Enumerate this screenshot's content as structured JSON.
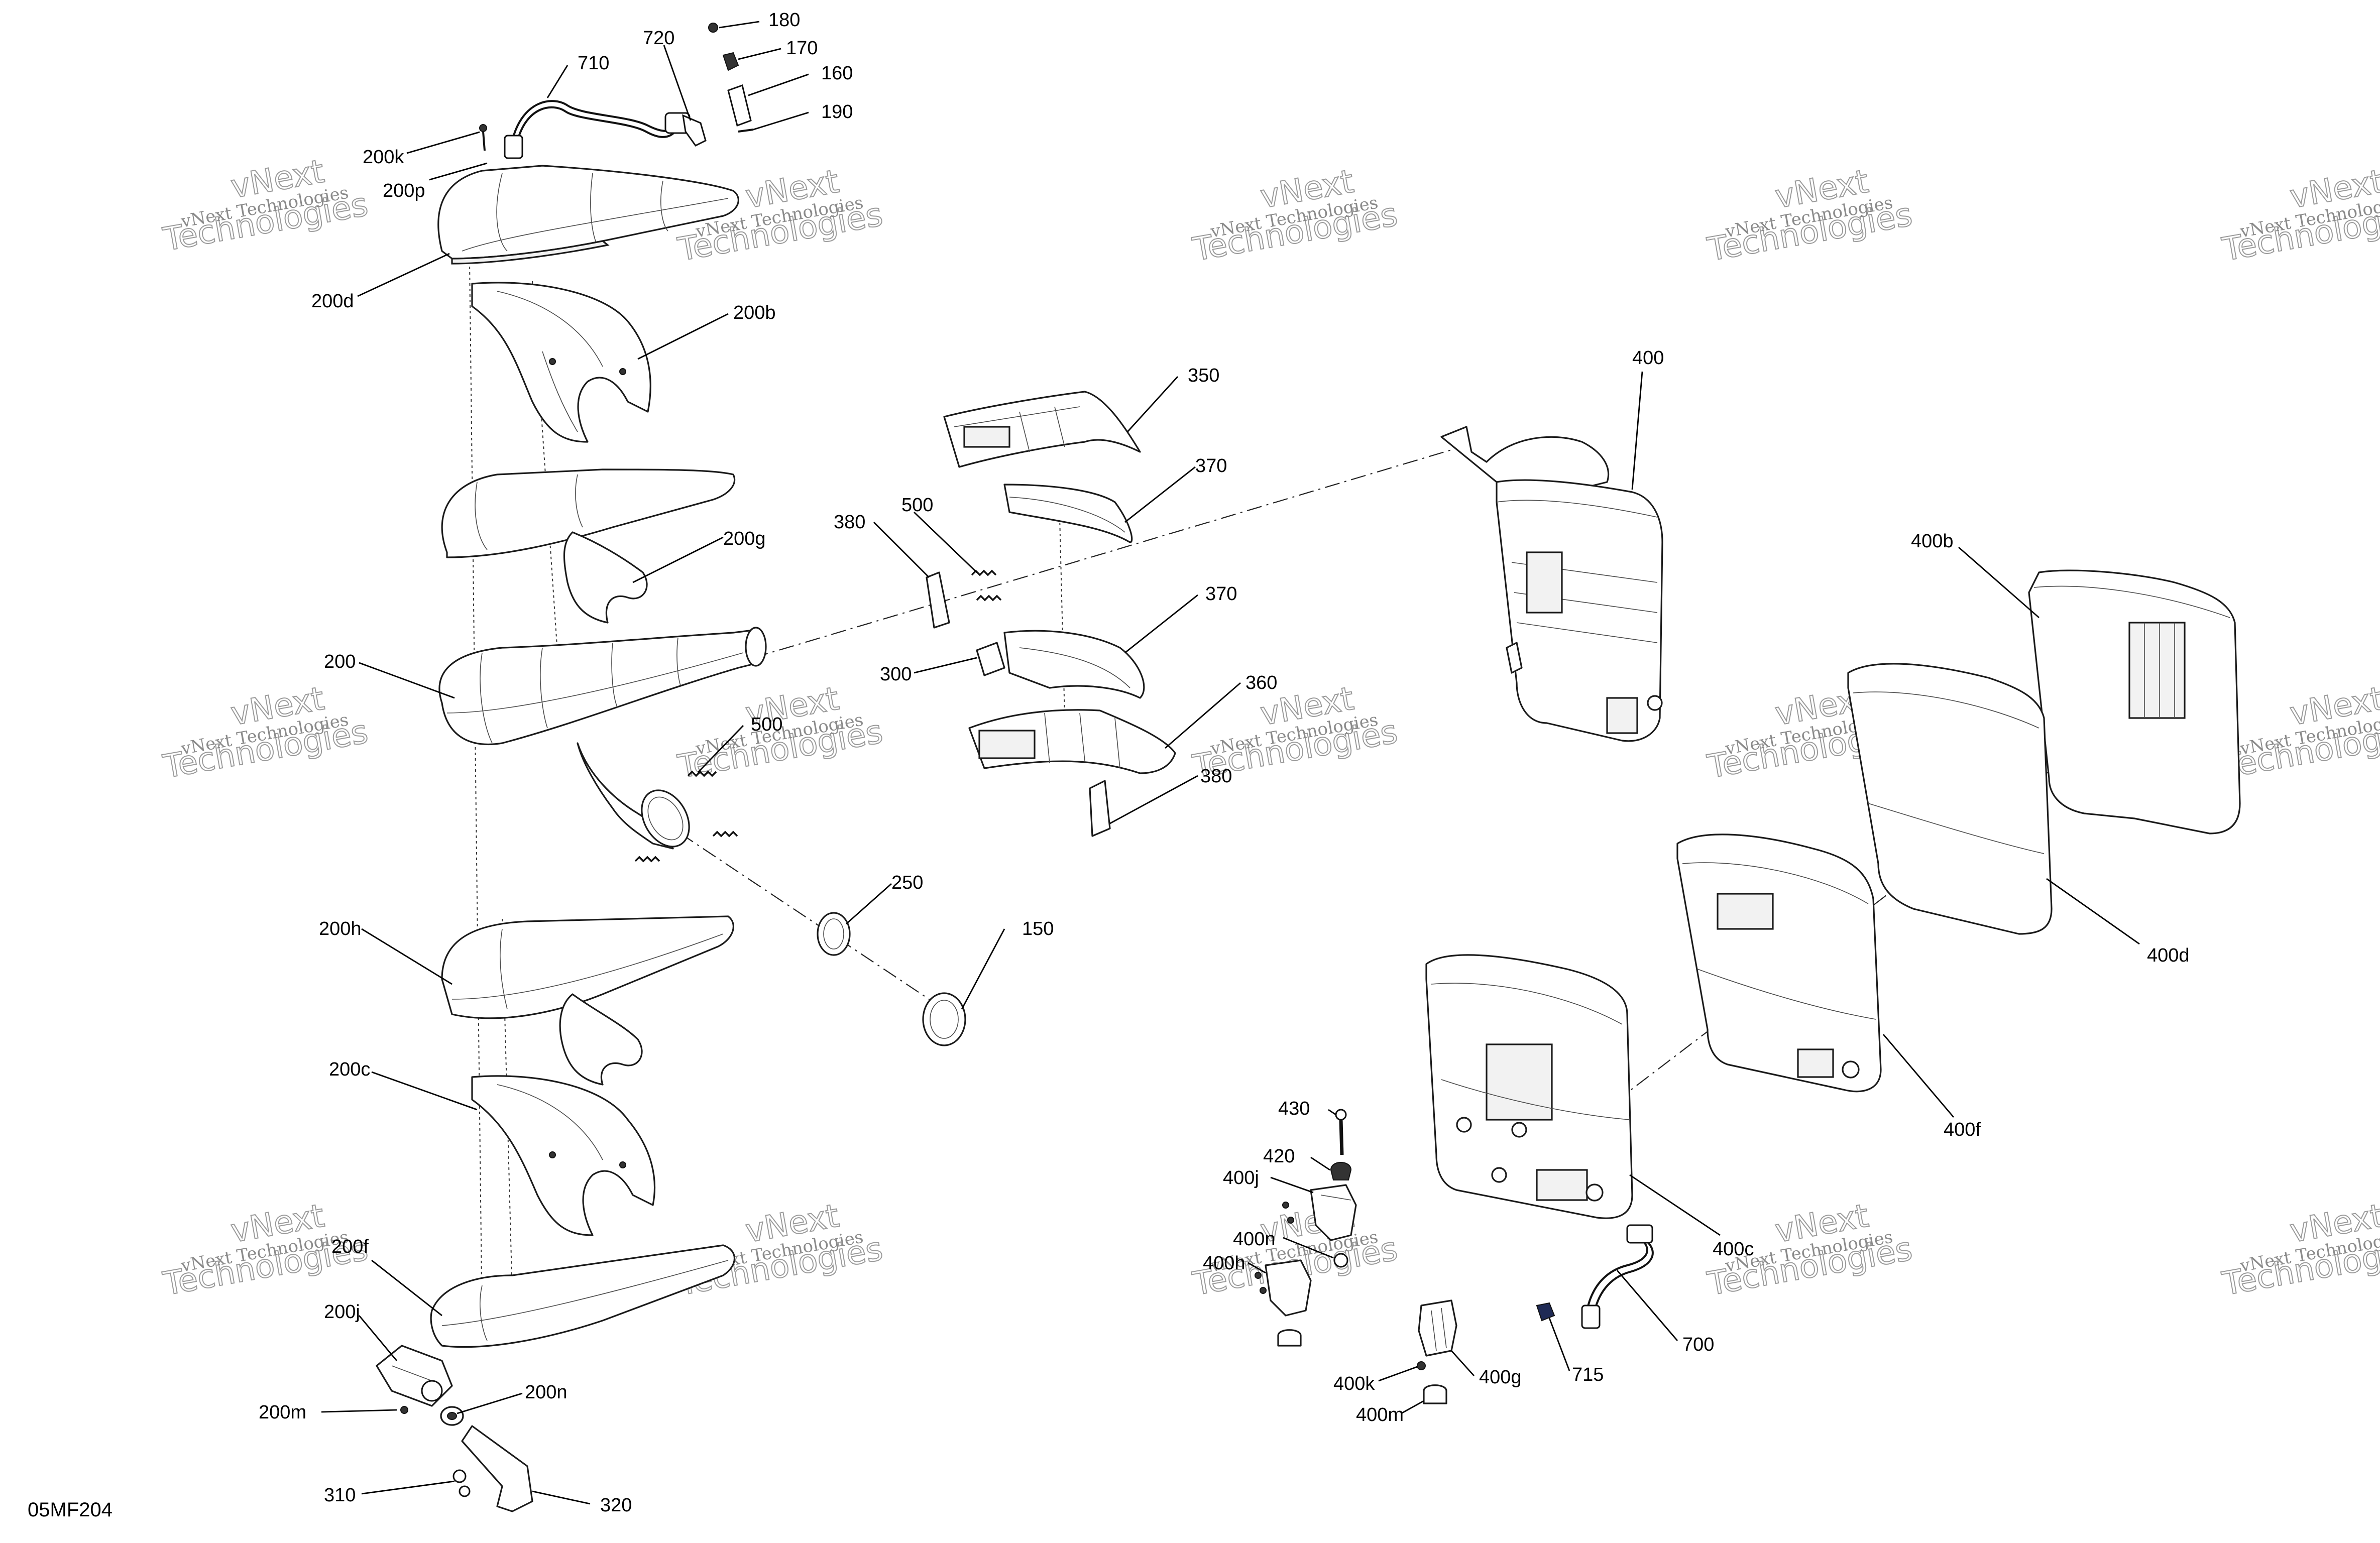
{
  "diagram_code": "05MF204",
  "watermark": {
    "line1": "vNext Technologies",
    "line2": "vNext",
    "line3": "Technologies"
  },
  "callouts": [
    "180",
    "170",
    "720",
    "710",
    "160",
    "190",
    "200k",
    "200p",
    "200d",
    "200b",
    "200g",
    "200",
    "500",
    "380",
    "300",
    "350",
    "370",
    "370",
    "360",
    "380",
    "500",
    "250",
    "150",
    "200h",
    "200c",
    "200f",
    "200j",
    "200m",
    "200n",
    "310",
    "320",
    "400",
    "400b",
    "400d",
    "400f",
    "400c",
    "430",
    "420",
    "400j",
    "400n",
    "400h",
    "400k",
    "400m",
    "400g",
    "715",
    "700"
  ]
}
